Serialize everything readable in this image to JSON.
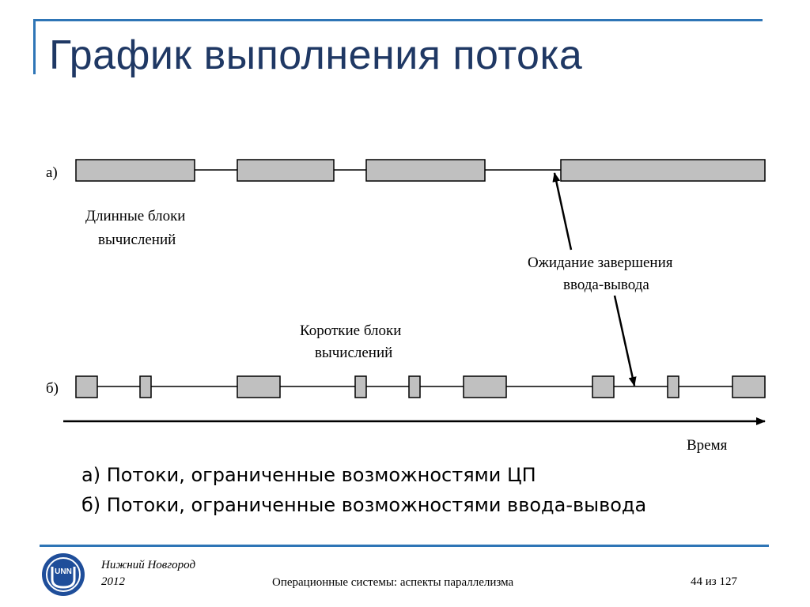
{
  "slide": {
    "title": "График выполнения потока"
  },
  "diagram": {
    "label_a": "а)",
    "label_b": "б)",
    "long_blocks_line1": "Длинные блоки",
    "long_blocks_line2": "вычислений",
    "wait_line1": "Ожидание завершения",
    "wait_line2": "ввода-вывода",
    "short_blocks_line1": "Короткие блоки",
    "short_blocks_line2": "вычислений",
    "time_label": "Время",
    "block_fill": "#c0c0c0",
    "stroke_color": "#000000"
  },
  "legend": {
    "item_a": "а) Потоки, ограниченные возможностями ЦП",
    "item_b": "б) Потоки, ограниченные возможностями ввода-вывода"
  },
  "footer": {
    "city": "Нижний Новгород",
    "year": "2012",
    "course": "Операционные системы: аспекты параллелизма",
    "page": "44 из 127",
    "logo_text": "UNN",
    "accent_color": "#2e75b6"
  }
}
